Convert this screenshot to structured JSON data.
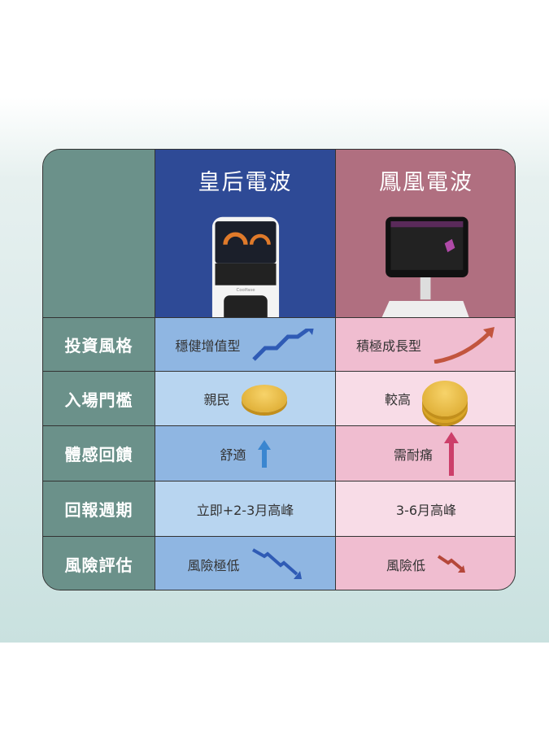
{
  "columns": {
    "queen": "皇后電波",
    "phoenix": "鳳凰電波"
  },
  "device_brand": "Coolfase",
  "rows": [
    {
      "label": "投資風格",
      "queen": "穩健增值型",
      "phoenix": "積極成長型"
    },
    {
      "label": "入場門檻",
      "queen": "親民",
      "phoenix": "較高"
    },
    {
      "label": "體感回饋",
      "queen": "舒適",
      "phoenix": "需耐痛"
    },
    {
      "label": "回報週期",
      "queen": "立即+2-3月高峰",
      "phoenix": "3-6月高峰"
    },
    {
      "label": "風險評估",
      "queen": "風險極低",
      "phoenix": "風險低"
    }
  ],
  "colors": {
    "queen": "#2e4a96",
    "phoenix": "#b06f80",
    "label": "#6b918a"
  }
}
